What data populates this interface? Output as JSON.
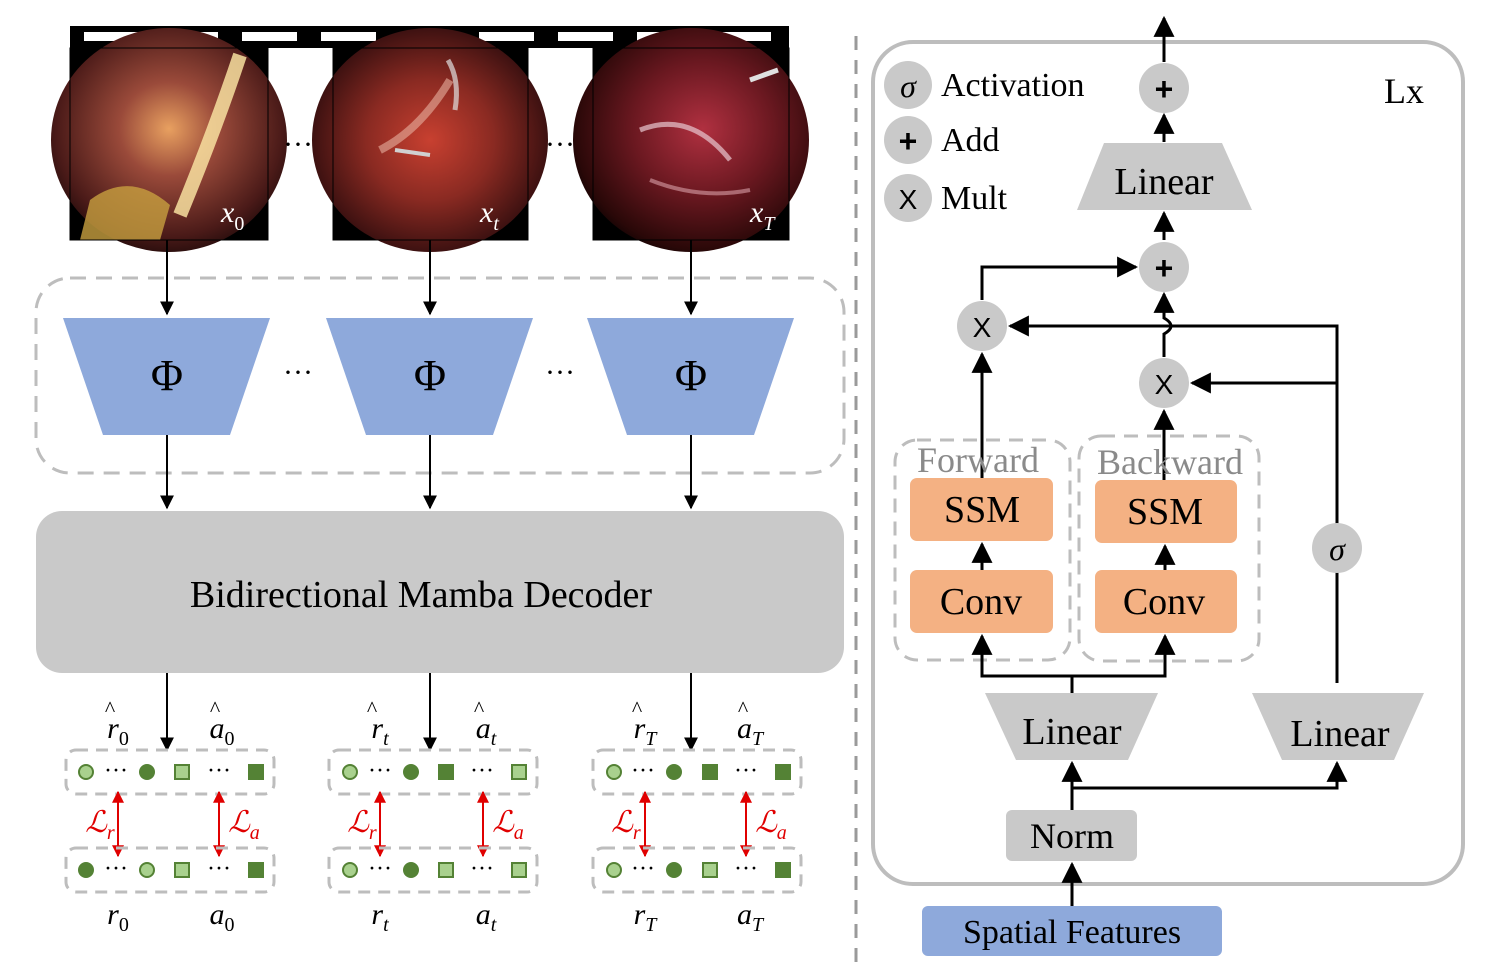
{
  "left": {
    "frames": [
      {
        "label_base": "x",
        "label_sub": "0"
      },
      {
        "label_base": "x",
        "label_sub": "t"
      },
      {
        "label_base": "x",
        "label_sub": "T"
      }
    ],
    "frame_ellipsis": "···",
    "encoders": [
      {
        "symbol": "Φ"
      },
      {
        "symbol": "Φ"
      },
      {
        "symbol": "Φ"
      }
    ],
    "encoder_ellipsis": "···",
    "decoder_label": "Bidirectional Mamba Decoder",
    "outputs": [
      {
        "r_hat": "r",
        "r_sub": "0",
        "a_hat": "a",
        "a_sub": "0",
        "r": "r",
        "r_gt_sub": "0",
        "a": "a",
        "a_gt_sub": "0"
      },
      {
        "r_hat": "r",
        "r_sub": "t",
        "a_hat": "a",
        "a_sub": "t",
        "r": "r",
        "r_gt_sub": "t",
        "a": "a",
        "a_gt_sub": "t"
      },
      {
        "r_hat": "r",
        "r_sub": "T",
        "a_hat": "a",
        "a_sub": "T",
        "r": "r",
        "r_gt_sub": "T",
        "a": "a",
        "a_gt_sub": "T"
      }
    ],
    "loss_r": {
      "base": "ℒ",
      "sub": "r"
    },
    "loss_a": {
      "base": "ℒ",
      "sub": "a"
    },
    "dots": "···",
    "colors": {
      "encoder": "#8ea9db",
      "decoder": "#c9c9c9",
      "loss": "#e00000",
      "dark_green": "#548235",
      "light_green": "#a9d18e"
    }
  },
  "right": {
    "legend": [
      {
        "symbol": "σ",
        "label": "Activation"
      },
      {
        "symbol": "+",
        "label": "Add"
      },
      {
        "symbol": "X",
        "label": "Mult"
      }
    ],
    "repeat_label": "Lx",
    "top_linear": "Linear",
    "forward_label": "Forward",
    "backward_label": "Backward",
    "ssm_label": "SSM",
    "conv_label": "Conv",
    "linear_left": "Linear",
    "linear_right": "Linear",
    "norm_label": "Norm",
    "input_label": "Spatial Features",
    "add_symbol": "+",
    "mult_symbol": "X",
    "sigma_symbol": "σ",
    "colors": {
      "orange": "#f4b183",
      "gray": "#c9c9c9",
      "blue": "#8ea9db"
    }
  }
}
